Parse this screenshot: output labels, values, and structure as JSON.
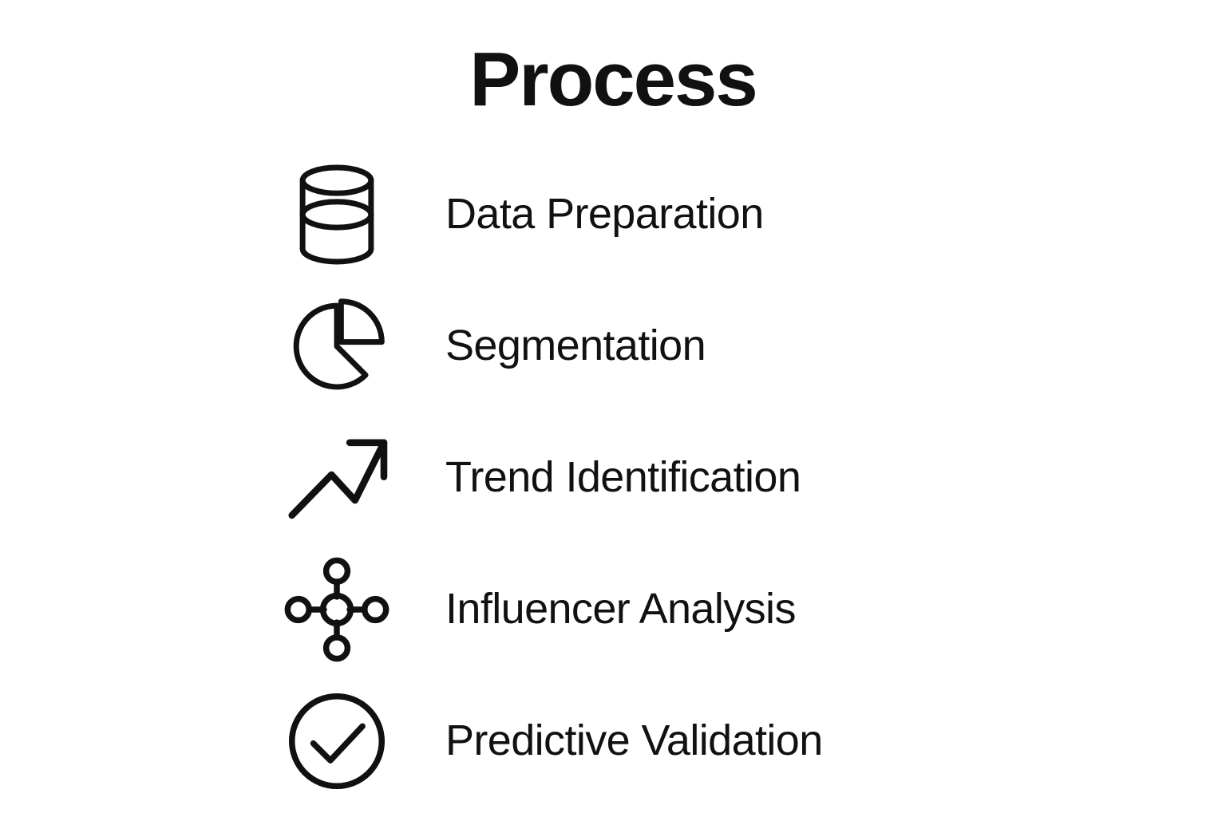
{
  "slide": {
    "title": "Process",
    "background_color": "#ffffff",
    "ink_color": "#111111"
  },
  "steps": [
    {
      "label": "Data Preparation",
      "icon": "database-icon"
    },
    {
      "label": "Segmentation",
      "icon": "pie-chart-icon"
    },
    {
      "label": "Trend Identification",
      "icon": "trending-up-arrow-icon"
    },
    {
      "label": "Influencer Analysis",
      "icon": "network-hub-icon"
    },
    {
      "label": "Predictive Validation",
      "icon": "check-circle-icon"
    }
  ]
}
